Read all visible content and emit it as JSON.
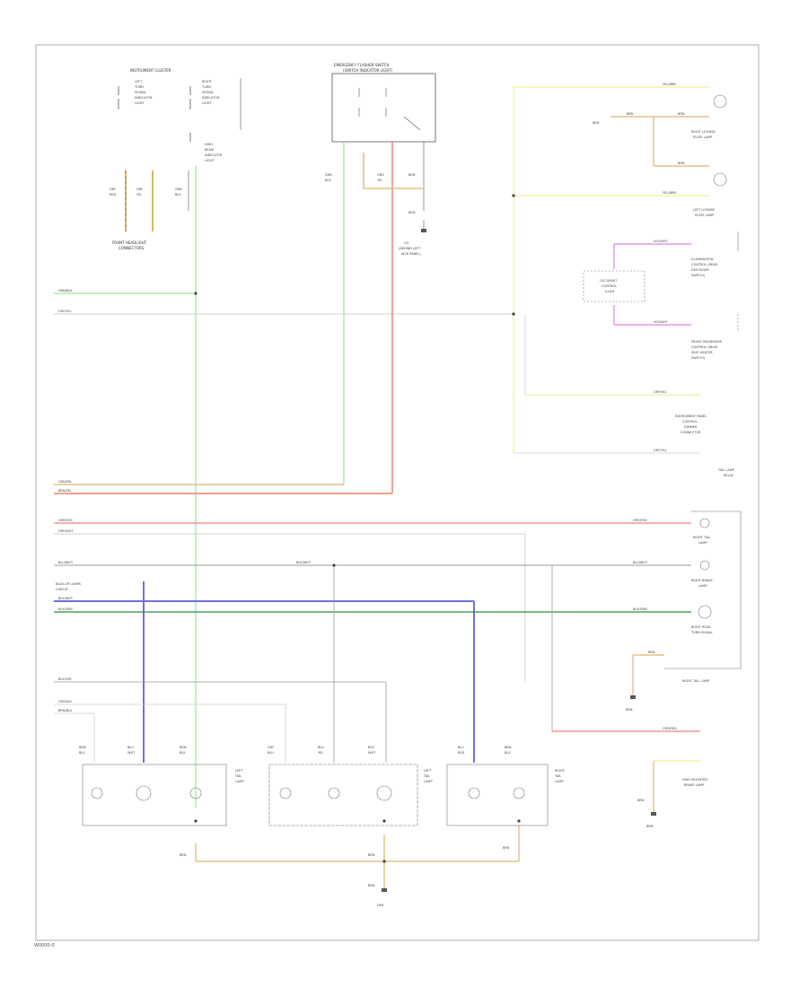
{
  "colors": {
    "green": "#9be39b",
    "dark_green": "#2f8f3f",
    "red": "#f08080",
    "orange": "#f08060",
    "tan": "#d9b86c",
    "yellow": "#f0f090",
    "violet": "#e080e8",
    "blue": "#7070e0",
    "gray": "#9a9a9a",
    "light_gray": "#cfcfcf"
  },
  "diagram": {
    "footer_ref": "W0000-0",
    "instrument_cluster": {
      "title": "INSTRUMENT CLUSTER",
      "left_items": [
        "LEFT",
        "TURN",
        "SIGNAL",
        "INDICATOR",
        "LIGHT"
      ],
      "right_items": [
        "RIGHT",
        "TURN",
        "SIGNAL",
        "INDICATOR",
        "LIGHT"
      ],
      "beam_label": [
        "HIGH",
        "BEAM",
        "INDICATOR",
        "LIGHT"
      ]
    },
    "headlamp_connector": {
      "title": "FRONT HEADLIGHT",
      "subtitle": "CONNECTORS",
      "wires": [
        [
          "GRY",
          "RED"
        ],
        [
          "GRY",
          "YEL"
        ],
        [
          "GRN",
          "BLK"
        ]
      ]
    },
    "switch": {
      "title": "EMERGENCY FLASHER SWITCH",
      "subtitle": "(SWITCH INDICATOR LIGHT)",
      "wires": [
        [
          "GRN",
          "BLK"
        ],
        [
          "ORG",
          "YEL"
        ],
        [
          "BRN"
        ]
      ],
      "ground_wire": "BRN",
      "ground_label": [
        "G3",
        "(BEHIND LEFT",
        "KICK PANEL)"
      ]
    },
    "right_column": {
      "plate_wire": "YEL/BRN",
      "brn_label": "BRN",
      "right_plate": [
        "RIGHT LICENSE",
        "PLATE LAMP"
      ],
      "left_plate": [
        "LEFT LICENSE",
        "PLATE LAMP"
      ],
      "violet_wire": "VIO/WHT",
      "door_lamp_1": [
        "ILLUMINATION",
        "CONTROL (REAR",
        "DEFOGGER",
        "SWITCH)"
      ],
      "control_box": [
        "OCCUPANT",
        "CONTROL",
        "ILLUM"
      ],
      "door_lamp_2": [
        "FRONT PASSENGER",
        "CONTROL (REAR",
        "SEAT HEATER",
        "SWITCH)"
      ],
      "dash_wire": "GRY/YEL",
      "dash_lamp": [
        "INSTRUMENT PANEL",
        "CONTROL",
        "DIMMER",
        "CONNECTOR"
      ],
      "tail_relay": [
        "TAIL LAMP",
        "RELAY"
      ],
      "tail_lamp_labels": [
        "RIGHT TAIL",
        "LAMP",
        "RIGHT BRAKE",
        "LAMP",
        "RIGHT REAR",
        "TURN SIGNAL"
      ],
      "tail_assembly": "RIGHT TAIL LAMP",
      "tail_ground": "BRN",
      "hi_mount": [
        "HIGH MOUNTED",
        "BRAKE LAMP"
      ],
      "hi_ground": "BRN"
    },
    "harness_labels": {
      "green_blk": "GRN/BLK",
      "gray_yel": "GRY/YEL",
      "grn_yel": "GRN/YEL",
      "brn_yel": "BRN/YEL",
      "gry_red": "GRY/RED",
      "gry_wht": "GRY/WHT",
      "blu_wht": "BLU/WHT",
      "backup_label": [
        "BACK-UP LAMPS",
        "CIRCUIT"
      ],
      "blk_wht_1": "BLK/WHT",
      "blk_grn": "BLK/GRN",
      "blk_gry": "BLK/GRY",
      "gry_blu": "GRY/BLU",
      "brn_blu": "BRN/BLU",
      "backup_cross": "BLK/WHT"
    },
    "lamp_assemblies": [
      {
        "name": [
          "LEFT",
          "TAIL",
          "LAMP"
        ],
        "wire_tags": [
          [
            "BRN",
            "BLU"
          ],
          [
            "BLU",
            "WHT"
          ],
          [
            "BRN",
            "BLK"
          ]
        ]
      },
      {
        "name": [
          "LEFT",
          "TAIL",
          "LAMP"
        ],
        "wire_tags": [
          [
            "GRY",
            "BLU"
          ],
          [
            "BLU",
            "YEL"
          ],
          [
            "BLK",
            "WHT"
          ]
        ]
      },
      {
        "name": [
          "RIGHT",
          "TAIL",
          "LAMP"
        ],
        "wire_tags": [
          [
            "BLU",
            "RED"
          ],
          [
            "BRN",
            "BLK"
          ]
        ]
      }
    ],
    "bottom": {
      "brn1": "BRN",
      "brn2": "BRN",
      "brn3": "BRN",
      "ground_label": "G69"
    }
  }
}
